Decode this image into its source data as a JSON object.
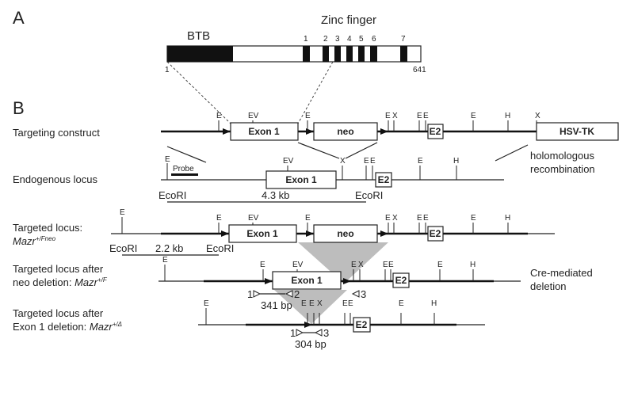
{
  "panels": {
    "a": "A",
    "b": "B"
  },
  "protein": {
    "btb": "BTB",
    "zinc_finger": "Zinc finger",
    "zf_numbers": [
      "1",
      "2",
      "3",
      "4",
      "5",
      "6",
      "7"
    ],
    "start": "1",
    "end": "641"
  },
  "rows": {
    "targeting_construct": "Targeting construct",
    "endogenous_locus": "Endogenous locus",
    "targeted_line1": "Targeted locus:",
    "targeted_line2_italic": "Mazr",
    "targeted_line2_sup": "+/Fneo",
    "neo_del_line1": "Targeted locus after",
    "neo_del_line2_pre": "neo deletion: ",
    "neo_del_line2_italic": "Mazr",
    "neo_del_line2_sup": "+/F",
    "exon_del_line1": "Targeted locus after",
    "exon_del_line2_pre": "Exon 1 deletion: ",
    "exon_del_line2_italic": "Mazr",
    "exon_del_line2_sup": "+/Δ"
  },
  "boxes": {
    "exon1": "Exon 1",
    "neo": "neo",
    "e2": "E2",
    "hsvtk": "HSV-TK"
  },
  "sites": {
    "E": "E",
    "EV": "EV",
    "X": "X",
    "H": "H"
  },
  "annotations": {
    "probe": "Probe",
    "ecori": "EcoRI",
    "kb43": "4.3 kb",
    "kb22": "2.2 kb",
    "hom1": "holomologous",
    "hom2": "recombination",
    "cre1": "Cre-mediated",
    "cre2": "deletion",
    "bp341": "341 bp",
    "bp304": "304 bp",
    "primer1": "1",
    "primer2": "2",
    "primer3": "3"
  }
}
